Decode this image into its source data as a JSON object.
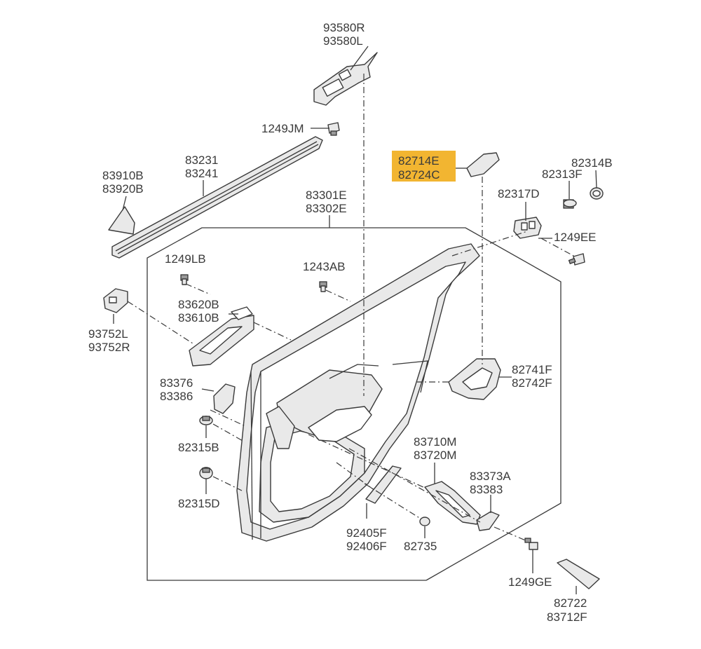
{
  "highlight_color": "#f2b531",
  "line_color": "#3a3a3a",
  "callouts": {
    "c93580": [
      "93580R",
      "93580L"
    ],
    "c1249JM": [
      "1249JM"
    ],
    "c82714": [
      "82714E",
      "82724C"
    ],
    "c82314B": [
      "82314B"
    ],
    "c82313F": [
      "82313F"
    ],
    "c83231": [
      "83231",
      "83241"
    ],
    "c83910": [
      "83910B",
      "83920B"
    ],
    "c83301": [
      "83301E",
      "83302E"
    ],
    "c82317D": [
      "82317D"
    ],
    "c1249EE": [
      "1249EE"
    ],
    "c1249LB": [
      "1249LB"
    ],
    "c1243AB": [
      "1243AB"
    ],
    "c83620": [
      "83620B",
      "83610B"
    ],
    "c93752": [
      "93752L",
      "93752R"
    ],
    "c82741": [
      "82741F",
      "82742F"
    ],
    "c83376": [
      "83376",
      "83386"
    ],
    "c82315B": [
      "82315B"
    ],
    "c83710": [
      "83710M",
      "83720M"
    ],
    "c82315D": [
      "82315D"
    ],
    "c83373": [
      "83373A",
      "83383"
    ],
    "c92405": [
      "92405F",
      "92406F"
    ],
    "c82735": [
      "82735"
    ],
    "c1249GE": [
      "1249GE"
    ],
    "c82722": [
      "82722",
      "83712F"
    ]
  }
}
